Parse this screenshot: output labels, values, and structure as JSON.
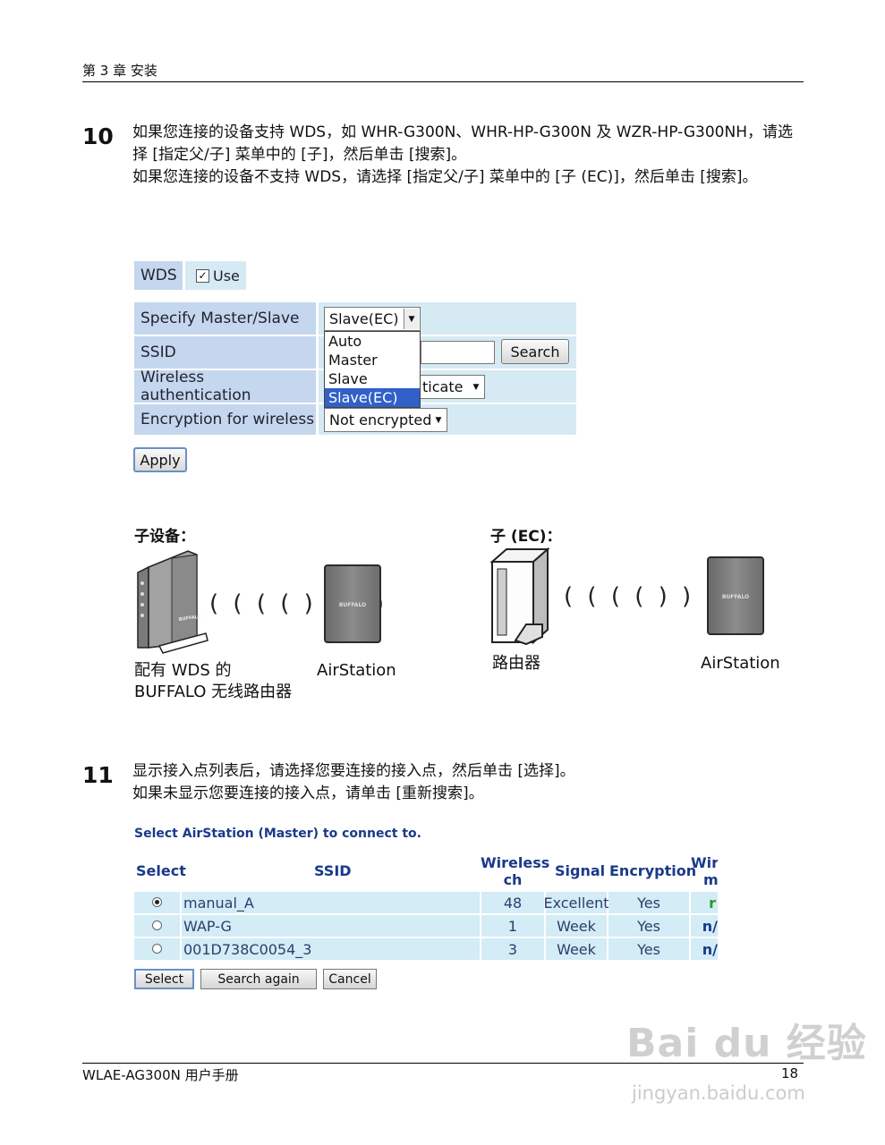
{
  "header": {
    "chapter": "第 3 章   安装"
  },
  "step10": {
    "number": "10",
    "line1": "如果您连接的设备支持 WDS，如 WHR-G300N、WHR-HP-G300N 及 WZR-HP-G300NH，请选",
    "line2": "择 [指定父/子] 菜单中的 [子]，然后单击 [搜索]。",
    "line3": "如果您连接的设备不支持 WDS，请选择 [指定父/子] 菜单中的 [子 (EC)]，然后单击 [搜索]。"
  },
  "wds_panel": {
    "wds_label": "WDS",
    "use_label": "Use",
    "use_checked": true,
    "rows": [
      {
        "label": "Specify Master/Slave"
      },
      {
        "label": "SSID"
      },
      {
        "label": "Wireless authentication"
      },
      {
        "label": "Encryption for wireless"
      }
    ],
    "master_slave_value": "Slave(EC)",
    "search_button": "Search",
    "auth_partial": "ticate",
    "encryption_value": "Not encrypted",
    "dropdown_options": [
      "Auto",
      "Master",
      "Slave",
      "Slave(EC)"
    ],
    "dropdown_selected_index": 3,
    "apply_button": "Apply"
  },
  "illustration": {
    "left_heading": "子设备：",
    "right_heading": "子 (EC)：",
    "waves": "( ( ( ( ) ) ) )",
    "left_router_caption_1": "配有 WDS 的",
    "left_router_caption_2": "BUFFALO 无线路由器",
    "left_air_caption": "AirStation",
    "right_router_caption": "路由器",
    "right_air_caption": "AirStation",
    "brand": "BUFFALO"
  },
  "step11": {
    "number": "11",
    "line1": "显示接入点列表后，请选择您要连接的接入点，然后单击 [选择]。",
    "line2": "如果未显示您要连接的接入点，请单击 [重新搜索]。"
  },
  "ap_list": {
    "title": "Select AirStation (Master) to connect to.",
    "headers": {
      "select": "Select",
      "ssid": "SSID",
      "wireless_ch_1": "Wireless",
      "wireless_ch_2": "ch",
      "signal": "Signal",
      "encryption": "Encryption",
      "wm_1": "Wir",
      "wm_2": "m"
    },
    "rows": [
      {
        "ssid": "manual_A",
        "ch": "48",
        "signal": "Excellent",
        "enc": "Yes",
        "mode": "r",
        "selected": true
      },
      {
        "ssid": "WAP-G",
        "ch": "1",
        "signal": "Week",
        "enc": "Yes",
        "mode": "n/",
        "selected": false
      },
      {
        "ssid": "001D738C0054_3",
        "ch": "3",
        "signal": "Week",
        "enc": "Yes",
        "mode": "n/",
        "selected": false
      }
    ],
    "buttons": {
      "select": "Select",
      "search_again": "Search again",
      "cancel": "Cancel"
    }
  },
  "footer": {
    "manual": "WLAE-AG300N 用户手册",
    "page": "18"
  },
  "watermark": {
    "brand": "Bai du 经验",
    "url": "jingyan.baidu.com"
  }
}
